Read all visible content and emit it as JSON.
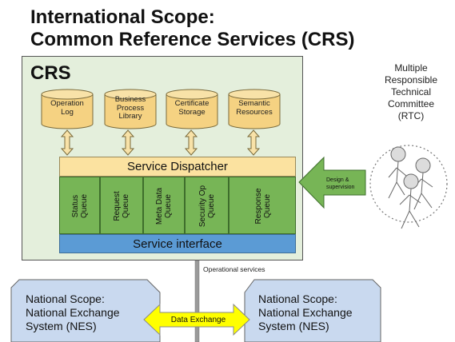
{
  "title": {
    "line1": "International Scope:",
    "line2": "Common Reference Services (CRS)"
  },
  "crs": {
    "label": "CRS",
    "databases": [
      {
        "label": "Operation\nLog"
      },
      {
        "label": "Business\nProcess\nLibrary"
      },
      {
        "label": "Certificate\nStorage"
      },
      {
        "label": "Semantic\nResources"
      }
    ],
    "dispatcher": "Service Dispatcher",
    "queues": [
      {
        "label": "Status\nQueue"
      },
      {
        "label": "Request\nQueue"
      },
      {
        "label": "Meta Data\nQueue"
      },
      {
        "label": "Security Op\nQueue"
      },
      {
        "label": "Response\nQueue"
      }
    ],
    "service_interface": "Service interface"
  },
  "connections": {
    "operational_services": "Operational services",
    "data_exchange": "Data Exchange",
    "design_supervision": "Design &\nsupervision"
  },
  "rtc": {
    "label": "Multiple\nResponsible\nTechnical\nCommittee\n(RTC)"
  },
  "nes": [
    {
      "label": "National Scope:\nNational Exchange\nSystem (NES)"
    },
    {
      "label": "National Scope:\nNational Exchange\nSystem (NES)"
    }
  ],
  "colors": {
    "crs_background": "#e4efdc",
    "database": "#f5d282",
    "dispatcher": "#fbe2a0",
    "queue": "#77b556",
    "service_interface": "#5b9bd5",
    "nes_background": "#c9d9ef",
    "data_exchange_arrow": "#ffff00",
    "design_arrow": "#77b556"
  }
}
